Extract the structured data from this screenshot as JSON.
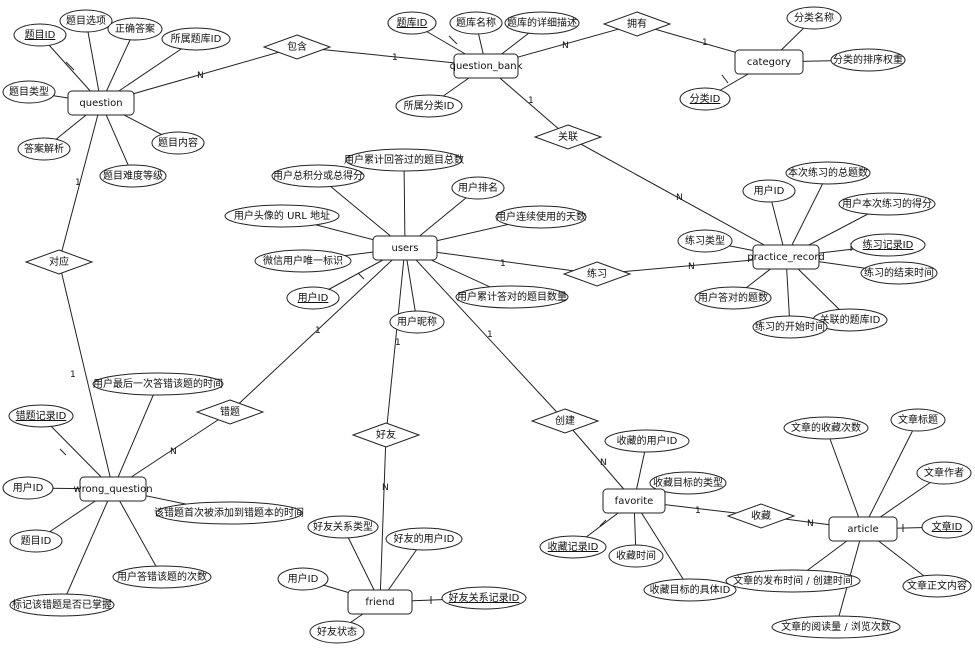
{
  "entities": {
    "question": "question",
    "question_bank": "question_bank",
    "category": "category",
    "users": "users",
    "practice_record": "practice_record",
    "wrong_question": "wrong_question",
    "favorite": "favorite",
    "friend": "friend",
    "article": "article"
  },
  "relationships": {
    "baohan": "包含",
    "yongyou": "拥有",
    "guanlian": "关联",
    "duiying": "对应",
    "lianxi": "练习",
    "cuoti": "错题",
    "haoyou": "好友",
    "chuangjian": "创建",
    "shoucang": "收藏"
  },
  "attributes": {
    "q_id": "题目ID",
    "q_options": "题目选项",
    "q_answer": "正确答案",
    "q_bank_id": "所属题库ID",
    "q_type": "题目类型",
    "q_analysis": "答案解析",
    "q_difficulty": "题目难度等级",
    "q_content": "题目内容",
    "qb_id": "题库ID",
    "qb_name": "题库名称",
    "qb_desc": "题库的详细描述",
    "qb_cat_id": "所属分类ID",
    "cat_name": "分类名称",
    "cat_weight": "分类的排序权重",
    "cat_id": "分类ID",
    "u_total_answered": "用户累计回答过的题目总数",
    "u_score": "用户总积分或总得分",
    "u_rank": "用户排名",
    "u_avatar": "用户头像的 URL 地址",
    "u_streak": "用户连续使用的天数",
    "u_openid": "微信用户唯一标识",
    "u_correct": "用户累计答对的题目数量",
    "u_id": "用户ID",
    "u_nickname": "用户昵称",
    "pr_user_id": "用户ID",
    "pr_total": "本次练习的总题数",
    "pr_score": "用户本次练习的得分",
    "pr_type": "练习类型",
    "pr_id": "练习记录ID",
    "pr_end": "练习的结束时间",
    "pr_correct": "用户答对的题数",
    "pr_bank_id": "关联的题库ID",
    "pr_start": "练习的开始时间",
    "wq_last_time": "用户最后一次答错该题的时间",
    "wq_id": "错题记录ID",
    "wq_user_id": "用户ID",
    "wq_first_time": "该错题首次被添加到错题本的时间",
    "wq_q_id": "题目ID",
    "wq_count": "用户答错该题的次数",
    "wq_mastered": "标记该错题是否已掌握",
    "fav_user_id": "收藏的用户ID",
    "fav_type": "收藏目标的类型",
    "fav_id": "收藏记录ID",
    "fav_time": "收藏时间",
    "fav_target_id": "收藏目标的具体ID",
    "fr_type": "好友关系类型",
    "fr_friend_id": "好友的用户ID",
    "fr_user_id": "用户ID",
    "fr_id": "好友关系记录ID",
    "fr_status": "好友状态",
    "ar_fav_count": "文章的收藏次数",
    "ar_title": "文章标题",
    "ar_author": "文章作者",
    "ar_id": "文章ID",
    "ar_publish": "文章的发布时间 / 创建时间",
    "ar_content": "文章正文内容",
    "ar_views": "文章的阅读量 / 浏览次数"
  },
  "cardinality": {
    "one": "1",
    "many": "N"
  }
}
